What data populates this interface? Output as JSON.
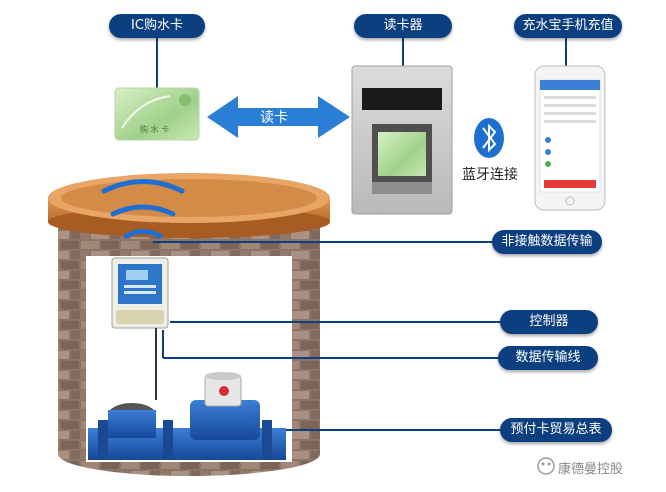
{
  "labels": {
    "ic_card": "IC购水卡",
    "reader": "读卡器",
    "recharge": "充水宝手机充值",
    "read_card": "读卡",
    "bluetooth": "蓝牙连接",
    "contactless": "非接触数据传输",
    "controller": "控制器",
    "data_line": "数据传输线",
    "meter": "预付卡贸易总表"
  },
  "card_text": "购 水 卡",
  "watermark": "康德曼控股",
  "colors": {
    "pill": "#0b3f7f",
    "arrow": "#2a7ed6",
    "wifi": "#1e6fd0",
    "wood": "#c97a3a",
    "brick": "#8a7060",
    "valve": "#1d4f9f"
  }
}
